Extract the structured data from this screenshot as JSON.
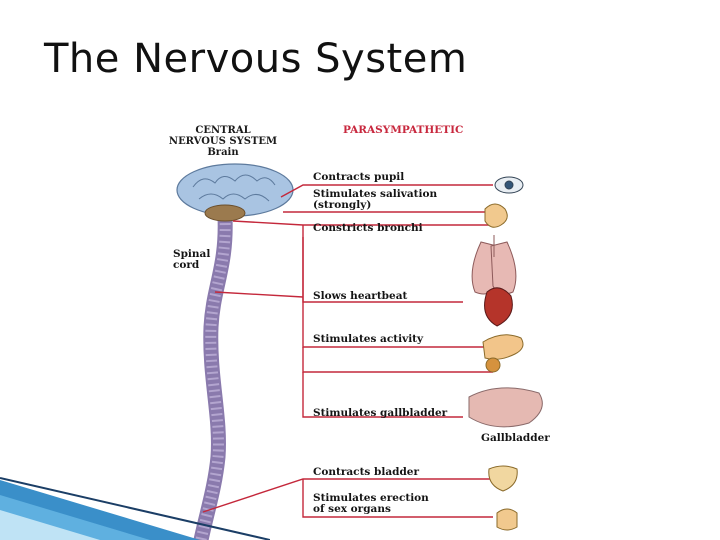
{
  "slide": {
    "title": "The Nervous System"
  },
  "diagram": {
    "cns_header": {
      "line1": "CENTRAL",
      "line2": "NERVOUS SYSTEM",
      "line3": "Brain"
    },
    "system_header": "PARASYMPATHETIC",
    "spinal_label": {
      "line1": "Spinal",
      "line2": "cord"
    },
    "effects": [
      {
        "label": "Contracts pupil",
        "organ": "eye"
      },
      {
        "label": "Stimulates salivation",
        "label2": "(strongly)",
        "organ": "salivary glands"
      },
      {
        "label": "Constricts bronchi",
        "organ": "lungs"
      },
      {
        "label": "Slows heartbeat",
        "organ": "heart"
      },
      {
        "label": "Stimulates activity",
        "organ": "stomach and pancreas"
      },
      {
        "label": "Stimulates gallbladder",
        "organ": "liver"
      },
      {
        "label": "Contracts bladder",
        "organ": "bladder"
      },
      {
        "label": "Stimulates erection",
        "label2": "of sex organs",
        "organ": "genitals"
      }
    ],
    "organ_caption": "Gallbladder"
  },
  "colors": {
    "nerve_line": "#c4283b",
    "spinal_cord": "#b3a5cf",
    "brain": "#a9c4e2",
    "corner_accent": "#3a8fc9"
  }
}
